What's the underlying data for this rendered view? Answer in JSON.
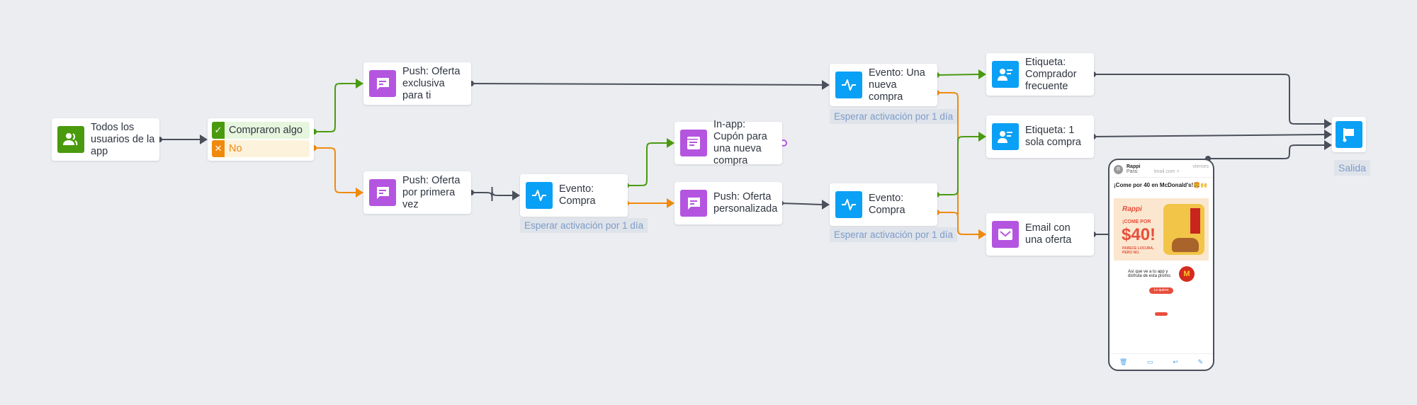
{
  "colors": {
    "green": "#4a9a0e",
    "orange": "#f08a0c",
    "purple": "#b455e0",
    "blue": "#0aa0f5",
    "edge": "#4a4f5a",
    "background": "#ebedf1"
  },
  "nodes": {
    "all_users": {
      "label": "Todos los usuarios de la app",
      "icon": "users-icon"
    },
    "condition": {
      "yes": "Compraron algo",
      "no": "No"
    },
    "push_exclusive": {
      "label": "Push: Oferta exclusiva para ti",
      "icon": "push-message-icon"
    },
    "push_first": {
      "label": "Push: Oferta por primera vez",
      "icon": "push-message-icon"
    },
    "event_purchase_1": {
      "label": "Evento: Compra",
      "icon": "activity-icon",
      "wait": "Esperar activación por 1 día"
    },
    "inapp_coupon": {
      "label": "In-app: Cupón para una nueva compra",
      "icon": "in-app-icon"
    },
    "push_personal": {
      "label": "Push: Oferta personalizada",
      "icon": "push-message-icon"
    },
    "event_new_purchase": {
      "label": "Evento: Una nueva compra",
      "icon": "activity-icon",
      "wait": "Esperar activación por 1 día"
    },
    "event_purchase_2": {
      "label": "Evento: Compra",
      "icon": "activity-icon",
      "wait": "Esperar activación por 1 día"
    },
    "tag_frequent": {
      "label": "Etiqueta: Comprador frecuente",
      "icon": "user-tag-icon"
    },
    "tag_single": {
      "label": "Etiqueta: 1 sola compra",
      "icon": "user-tag-icon"
    },
    "email_offer": {
      "label": "Email con una oferta",
      "icon": "email-icon"
    },
    "exit": {
      "label": "Salida",
      "icon": "flag-icon"
    }
  },
  "email_preview": {
    "sender": "Rappi",
    "avatar": "R",
    "to_label": "Para:",
    "to": "tmail.com >",
    "date": "viernes",
    "subject": "¡Come por 40 en McDonald's!🍔🙌",
    "banner_brand": "Rappi",
    "banner_line1": "¡COME POR",
    "banner_price": "$40!",
    "banner_line2": "PARECE LOCURA, PERO NO.",
    "body_text": "Así que ve a tu app y disfruta de esta promo.",
    "cta": "Lo quiero"
  }
}
